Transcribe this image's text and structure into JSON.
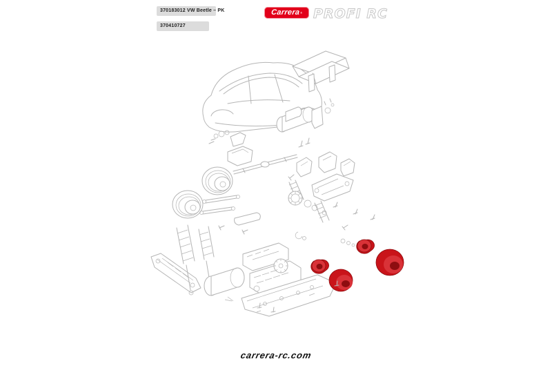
{
  "header": {
    "part_labels": [
      {
        "text": "370183012 VW Beetle – PK"
      },
      {
        "text": "370410727"
      }
    ],
    "brand": {
      "logo_text": "Carrera",
      "trademark": "®",
      "wordmark": "PROFI RC"
    }
  },
  "diagram": {
    "type": "exploded-parts-diagram",
    "subject": "VW Beetle Profi RC car",
    "line_color": "#b5b5b5",
    "highlight_color": "#c9141a",
    "parts": [
      "body-shell",
      "rear-spoiler",
      "motor-assembly",
      "small-parts-row",
      "top-deck-plate",
      "drive-shaft",
      "steering-assembly",
      "rear-axle-arm",
      "shock-absorbers-right",
      "front-wheels-gray",
      "differential-gears",
      "suspension-links",
      "side-guard",
      "shock-absorbers-left",
      "battery-pack",
      "receiver-box",
      "gearbox",
      "chassis-plate",
      "spur-gear",
      "rear-rims-red",
      "rear-tires-red",
      "screws-fasteners",
      "bearings-clips"
    ],
    "highlighted_parts": [
      "rear-rims-red",
      "rear-tires-red"
    ]
  },
  "footer": {
    "url": "carrera-rc.com"
  },
  "colors": {
    "brand_red": "#e2001a",
    "highlight_red": "#c9141a",
    "line_gray": "#b5b5b5",
    "label_bg": "#dcdcdc",
    "label_text": "#222222",
    "wordmark_outline": "#c6c6c6",
    "footer_text": "#101010"
  }
}
